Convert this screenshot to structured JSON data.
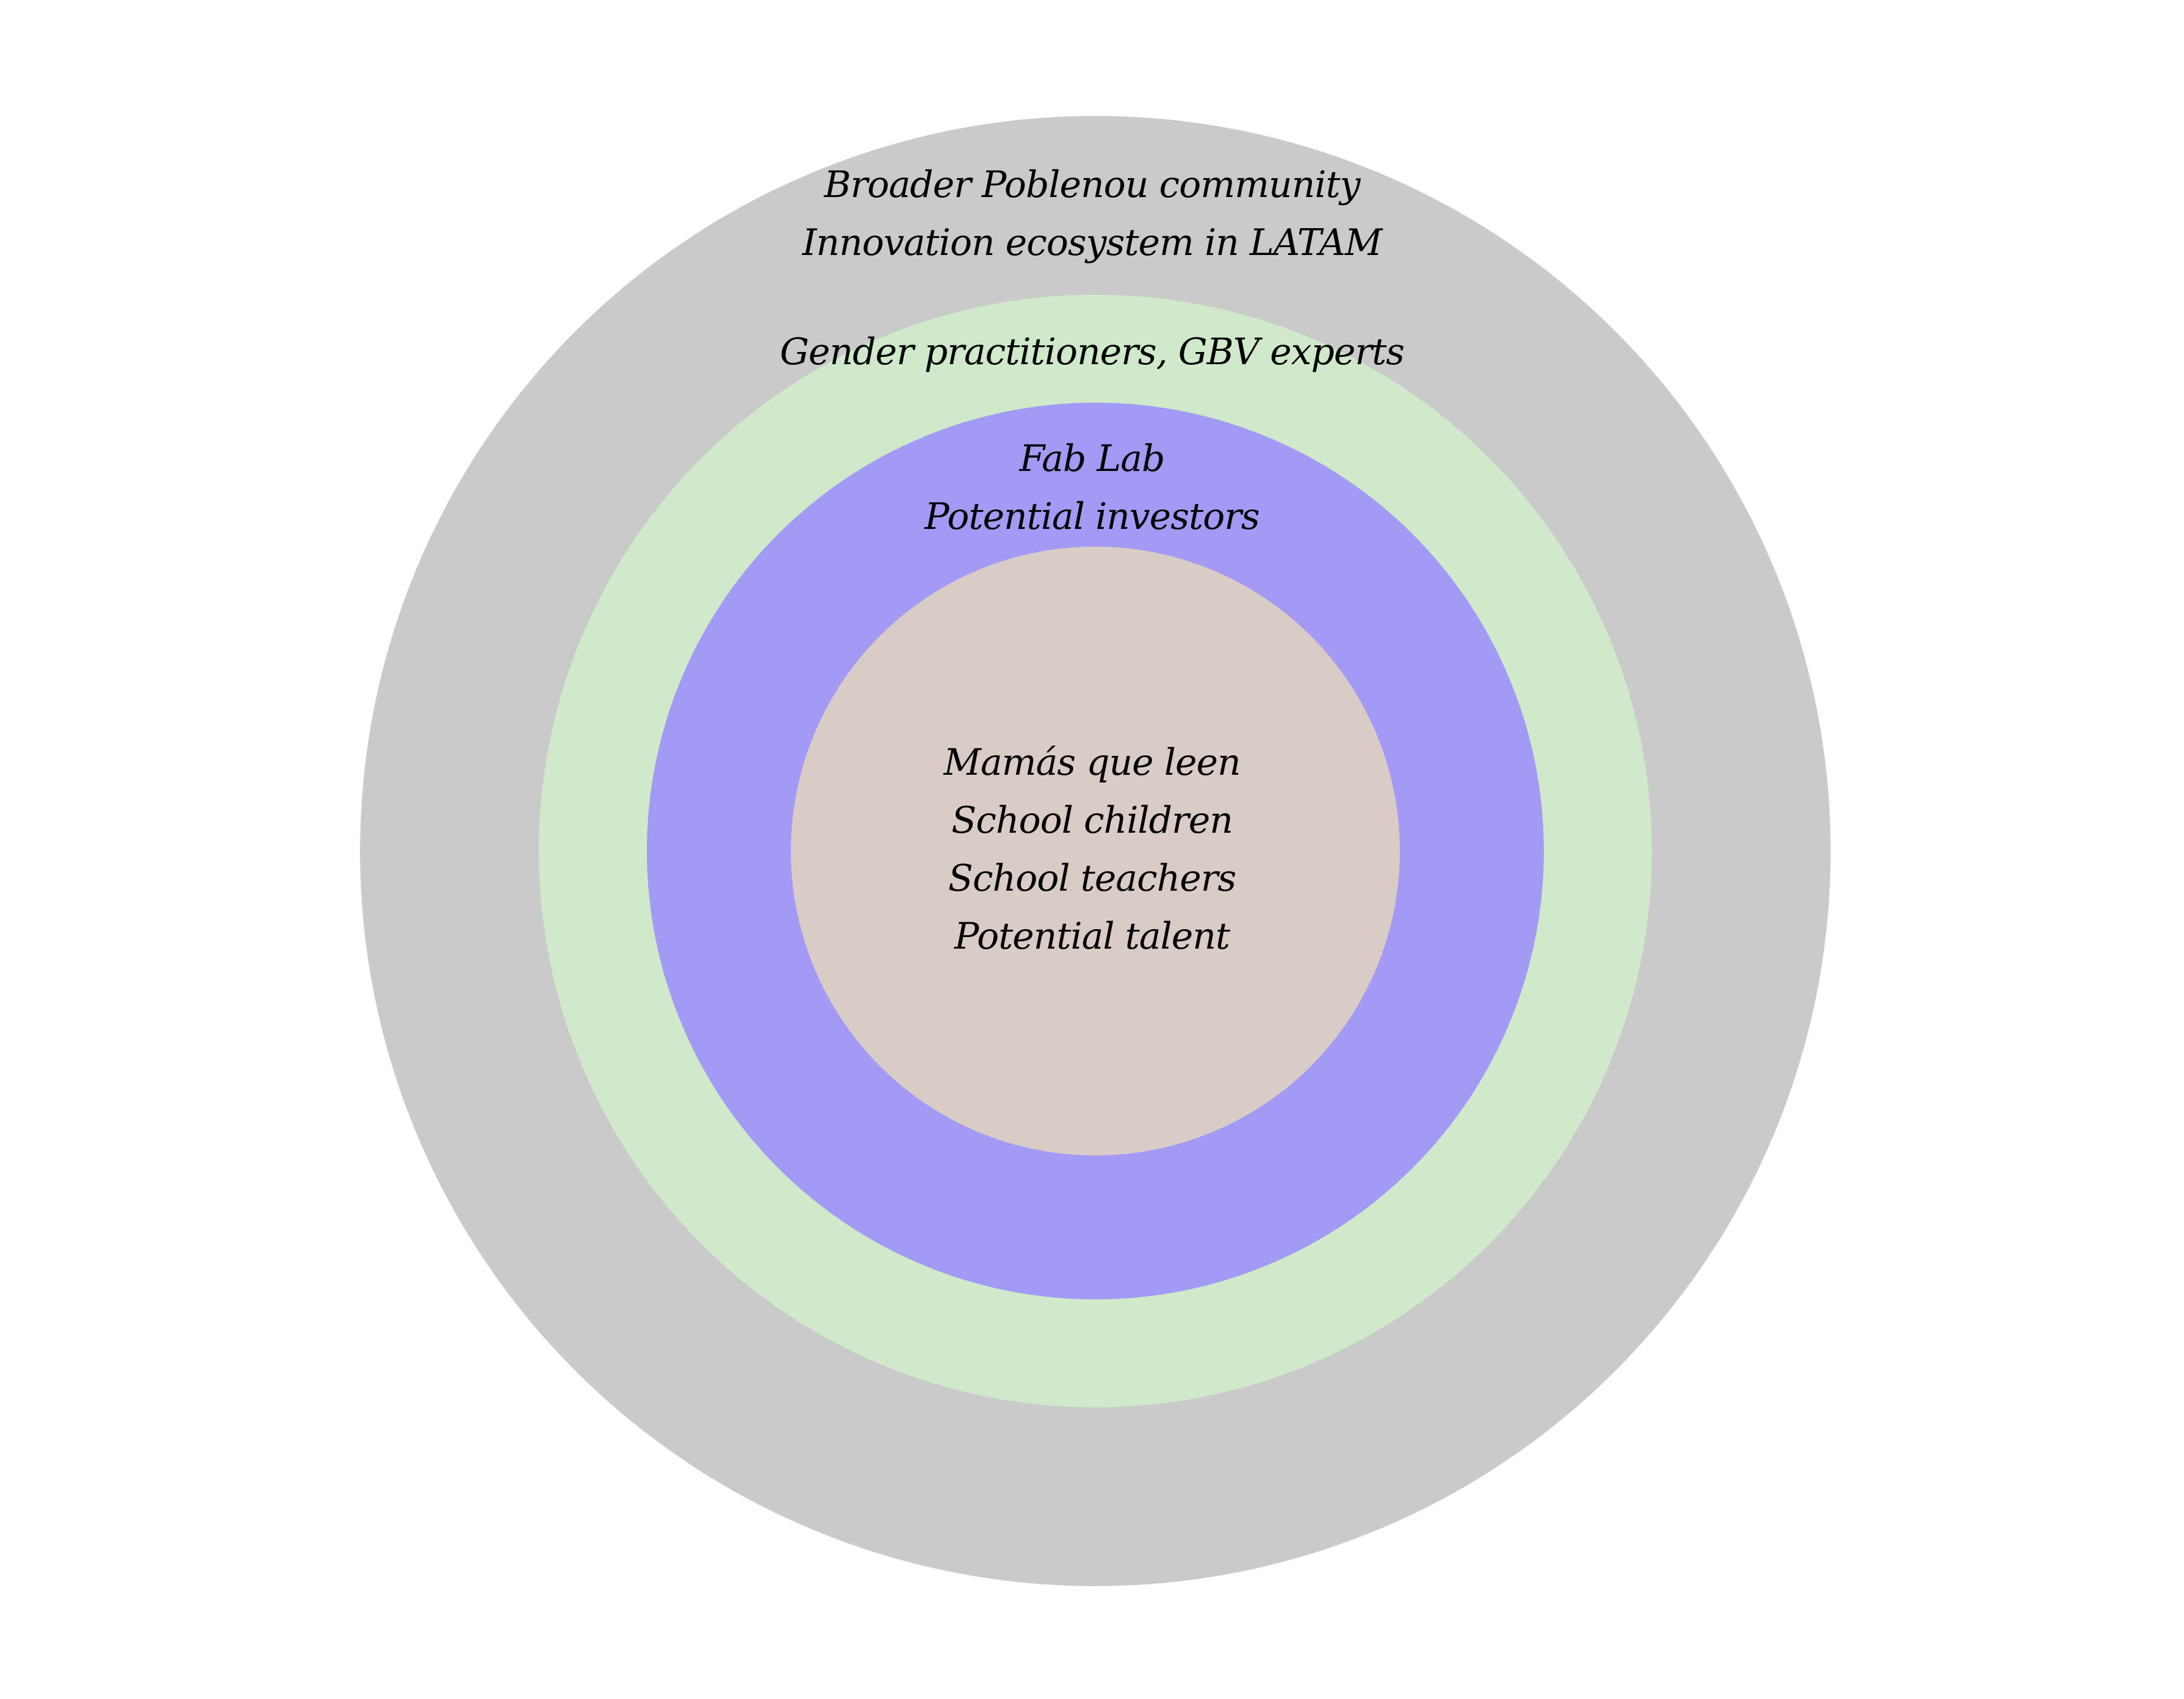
{
  "diagram": {
    "rings": [
      {
        "id": "outer",
        "color": "#cacaca",
        "labels": [
          "Broader Poblenou community",
          "Innovation ecosystem in LATAM"
        ]
      },
      {
        "id": "second",
        "color": "#d0e9cb",
        "labels": [
          "Gender practitioners, GBV experts"
        ]
      },
      {
        "id": "third",
        "color": "#a29af5",
        "labels": [
          "Fab Lab",
          "Potential investors"
        ]
      },
      {
        "id": "core",
        "color": "#d9cbc6",
        "labels": [
          "Mamás que leen",
          "School children",
          "School teachers",
          "Potential talent"
        ]
      }
    ]
  }
}
